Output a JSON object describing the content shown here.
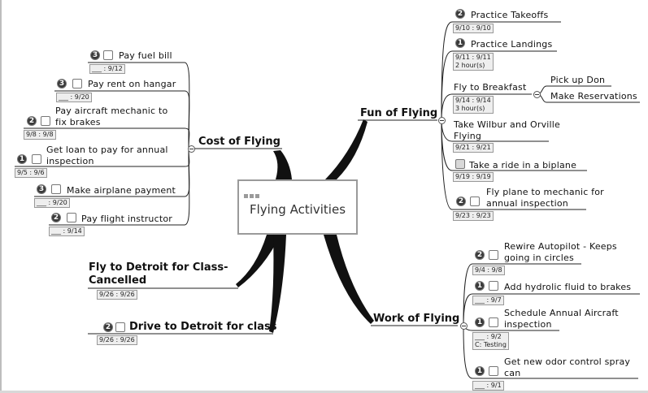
{
  "central": {
    "title": "Flying Activities"
  },
  "topics": {
    "cost": {
      "label": "Cost of Flying",
      "tasks": [
        {
          "label": "Pay fuel bill",
          "priority": "3",
          "dates": "___ : 9/12"
        },
        {
          "label": "Pay rent on hangar",
          "priority": "3",
          "dates": "___ : 9/20"
        },
        {
          "label_lines": [
            "Pay aircraft mechanic to",
            "fix brakes"
          ],
          "priority": "2",
          "dates": "9/8 : 9/8"
        },
        {
          "label_lines": [
            "Get loan to pay for annual",
            "inspection"
          ],
          "priority": "1",
          "dates": "9/5 : 9/6"
        },
        {
          "label": "Make airplane payment",
          "priority": "3",
          "dates": "___ : 9/20"
        },
        {
          "label": "Pay flight instructor",
          "priority": "2",
          "dates": "___ : 9/14"
        }
      ]
    },
    "detroit_cancelled": {
      "label_lines": [
        "Fly to Detroit for Class-",
        "Cancelled"
      ],
      "dates": "9/26 : 9/26"
    },
    "drive_detroit": {
      "label": "Drive to Detroit for class",
      "priority": "2",
      "dates": "9/26 : 9/26"
    },
    "fun": {
      "label": "Fun of Flying",
      "tasks": [
        {
          "label": "Practice Takeoffs",
          "priority": "2",
          "dates": "9/10 : 9/10"
        },
        {
          "label": "Practice Landings",
          "priority": "1",
          "dates": "9/11 : 9/11",
          "duration": "2 hour(s)"
        },
        {
          "label": "Fly to Breakfast",
          "dates": "9/14 : 9/14",
          "duration": "3 hour(s)",
          "subtasks": [
            "Pick up Don",
            "Make Reservations"
          ]
        },
        {
          "label_lines": [
            "Take Wilbur and Orville",
            "Flying"
          ],
          "dates": "9/21 : 9/21"
        },
        {
          "label": "Take a ride in a biplane",
          "dates": "9/19 : 9/19",
          "icon": "notes-icon"
        },
        {
          "label_lines": [
            "Fly plane to mechanic for",
            "annual inspection"
          ],
          "priority": "2",
          "dates": "9/23 : 9/23"
        }
      ]
    },
    "work": {
      "label": "Work of Flying",
      "tasks": [
        {
          "label_lines": [
            "Rewire Autopilot -  Keeps",
            "going in circles"
          ],
          "priority": "2",
          "dates": "9/4 : 9/8"
        },
        {
          "label": "Add hydrolic fluid to brakes",
          "priority": "1",
          "dates": "___ : 9/7"
        },
        {
          "label_lines": [
            "Schedule Annual Aircraft",
            "inspection"
          ],
          "priority": "1",
          "dates": "___ : 9/2",
          "resource": "C: Testing"
        },
        {
          "label_lines": [
            "Get new odor control spray",
            "can"
          ],
          "priority": "1",
          "dates": "___ : 9/1"
        }
      ]
    }
  },
  "colors": {
    "line": "#222222",
    "frame": "#9a9a9a",
    "date_bg": "#eeeeee",
    "priority_bg": "#3a3a3a"
  }
}
